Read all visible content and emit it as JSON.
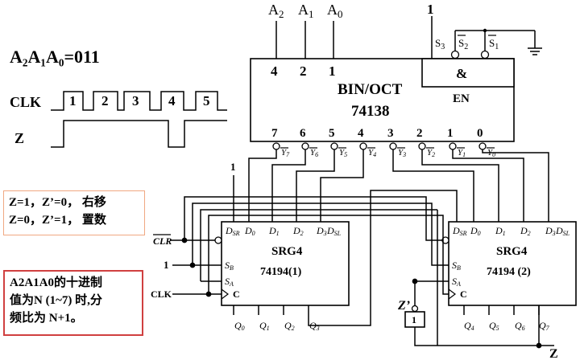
{
  "formula": "A₂A₁A₀=011",
  "timing": {
    "clk_label": "CLK",
    "z_label": "Z",
    "pulses": [
      "1",
      "2",
      "3",
      "4",
      "5"
    ]
  },
  "decoder": {
    "name": "BIN/OCT",
    "part": "74138",
    "address_inputs": [
      {
        "name": "A2",
        "weight": "4"
      },
      {
        "name": "A1",
        "weight": "2"
      },
      {
        "name": "A0",
        "weight": "1"
      }
    ],
    "enable_symbol": "&",
    "enable_label": "EN",
    "enable_inputs": [
      "S3",
      "S2",
      "S1"
    ],
    "enable_high_value": "1",
    "output_numbers": [
      "7",
      "6",
      "5",
      "4",
      "3",
      "2",
      "1",
      "0"
    ],
    "output_names": [
      "Y7",
      "Y6",
      "Y5",
      "Y4",
      "Y3",
      "Y2",
      "Y1",
      "Y0"
    ]
  },
  "register1": {
    "name": "SRG4",
    "part": "74194(1)",
    "top_pins": [
      "DSR",
      "D0",
      "D1",
      "D2",
      "D3",
      "DSL"
    ],
    "side_pins": [
      "SB",
      "SA",
      "C"
    ],
    "outputs": [
      "Q0",
      "Q1",
      "Q2",
      "Q3"
    ],
    "dsr_value": "1"
  },
  "register2": {
    "name": "SRG4",
    "part": "74194 (2)",
    "top_pins": [
      "DSR",
      "D0",
      "D1",
      "D2",
      "D3",
      "DSL"
    ],
    "side_pins": [
      "SB",
      "SA",
      "C"
    ],
    "outputs": [
      "Q4",
      "Q5",
      "Q6",
      "Q7"
    ]
  },
  "external": {
    "clr_label": "CLR",
    "sb_value": "1",
    "clk_label": "CLK",
    "inverter_symbol": "1",
    "z_prime_label": "Z’",
    "z_label": "Z"
  },
  "notes": {
    "shift_lines": [
      "Z=1，Z’=0， 右移",
      "Z=0，Z’=1， 置数"
    ],
    "ratio_lines": [
      "A2A1A0的十进制",
      "值为N (1~7) 时,分",
      "频比为 N+1。"
    ]
  }
}
